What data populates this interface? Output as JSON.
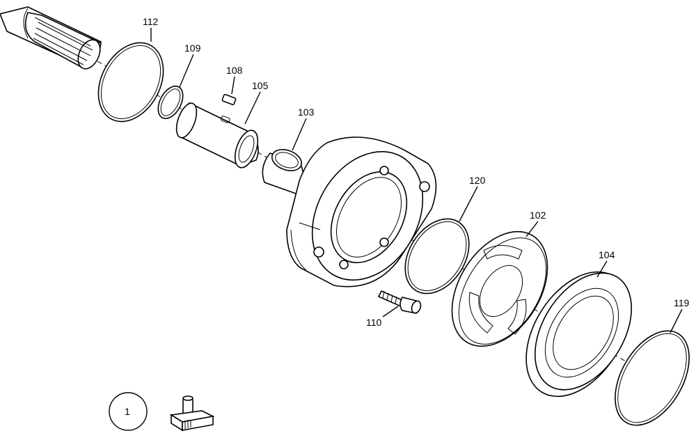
{
  "labels": {
    "p112": "112",
    "p109": "109",
    "p108": "108",
    "p105": "105",
    "p103": "103",
    "p120": "120",
    "p102": "102",
    "p104": "104",
    "p119": "119",
    "p110": "110",
    "symbol": "1"
  }
}
